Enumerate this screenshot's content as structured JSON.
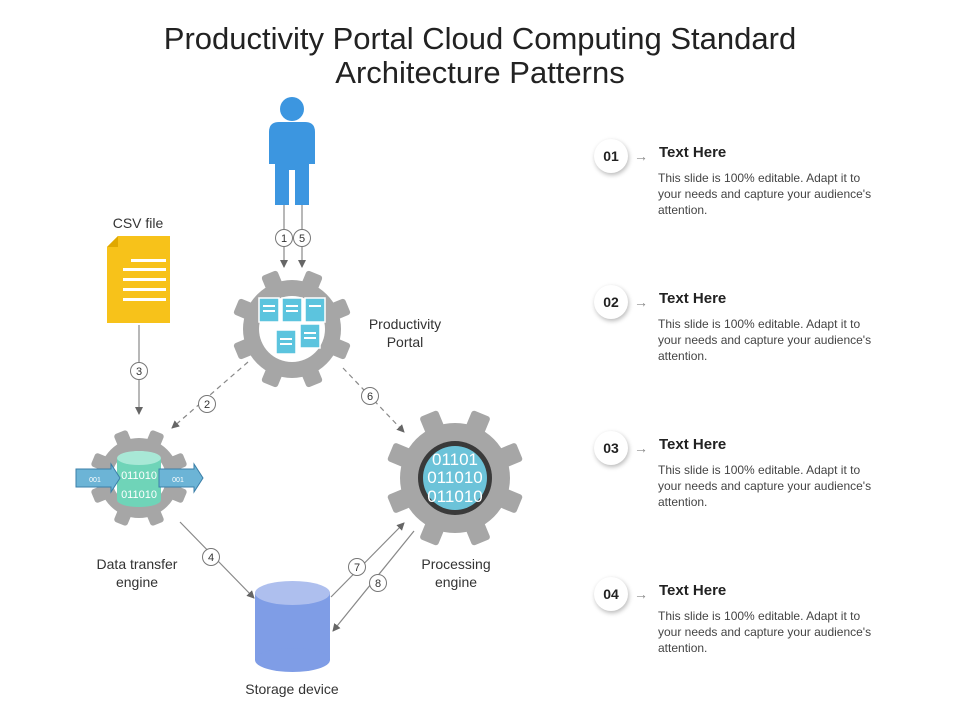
{
  "title": "Productivity Portal Cloud Computing Standard Architecture Patterns",
  "labels": {
    "csv": "CSV file",
    "portal": "Productivity Portal",
    "data_transfer": "Data transfer engine",
    "processing": "Processing engine",
    "storage": "Storage device"
  },
  "connector_numbers": [
    "1",
    "5",
    "3",
    "2",
    "6",
    "4",
    "7",
    "8"
  ],
  "binary": {
    "processing_lines": [
      "01101",
      "011010",
      "011010"
    ],
    "data_lines": [
      "011010",
      "011010"
    ],
    "arrow_tag": "001"
  },
  "steps": [
    {
      "number": "01",
      "heading": "Text Here",
      "text": "This slide is 100% editable. Adapt it to your needs and capture your audience's attention."
    },
    {
      "number": "02",
      "heading": "Text Here",
      "text": "This slide is 100% editable. Adapt it to your needs and capture your audience's attention."
    },
    {
      "number": "03",
      "heading": "Text Here",
      "text": "This slide is 100% editable. Adapt it to your needs and capture your audience's attention."
    },
    {
      "number": "04",
      "heading": "Text Here",
      "text": "This slide is 100% editable. Adapt it to your needs and capture your audience's attention."
    }
  ],
  "colors": {
    "gear": "#a6a6a6",
    "person": "#3c96e0",
    "document": "#f7c21a",
    "storage": "#7f9de6",
    "binary_fill": "#6cc3d9",
    "data_cylinder": "#6fd4b8",
    "tag_arrow": "#6cb4d6"
  }
}
